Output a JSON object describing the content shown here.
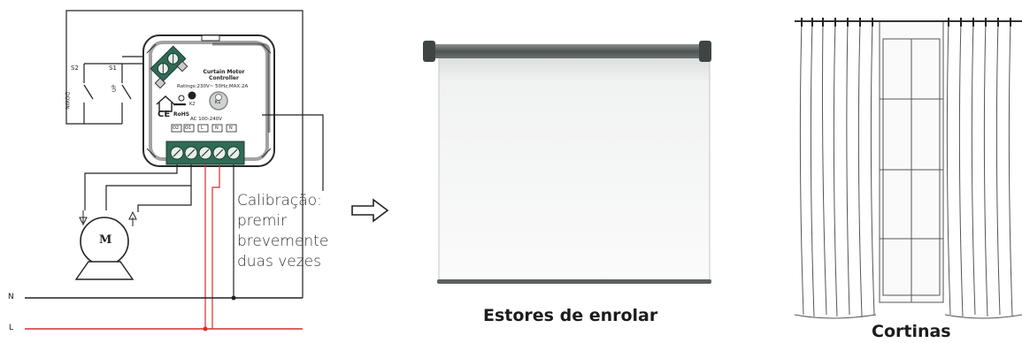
{
  "controller": {
    "title_line1": "Curtain Motor",
    "title_line2": "Controller",
    "ratings": "Ratings:230V~ 50Hz,MAX:2A",
    "k1": "K1",
    "k2": "K2",
    "rohs": "RoHS",
    "ce": "CE",
    "ac_range": "AC 100-240V",
    "terminals": [
      "O2",
      "O1",
      "L",
      "N",
      "N"
    ]
  },
  "switches": {
    "s2": "S2",
    "s1": "S1",
    "down": "DOWN",
    "up": "UP"
  },
  "motor": {
    "label": "M"
  },
  "lines": {
    "neutral": "N",
    "live": "L"
  },
  "note": {
    "line1": "Calibração:",
    "line2": "premir",
    "line3": "brevemente",
    "line4": "duas vezes"
  },
  "captions": {
    "roller_blind": "Estores de enrolar",
    "curtains": "Cortinas"
  },
  "colors": {
    "wire_black": "#222222",
    "wire_red": "#d32f2f",
    "terminal_green": "#2f6b55"
  }
}
